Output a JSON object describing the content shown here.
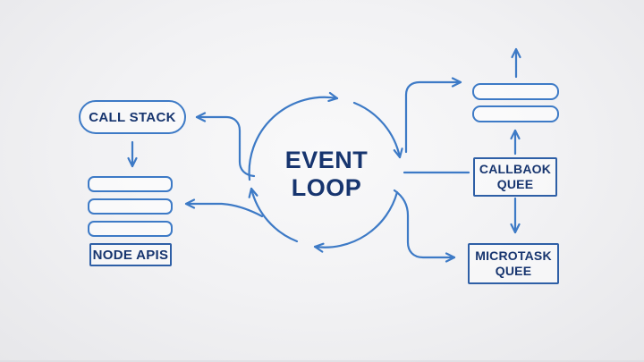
{
  "colors": {
    "accent_stroke": "#3d7ac6",
    "box_border": "#2e5fa6",
    "text_navy": "#17356f",
    "background": "#f0f0f2"
  },
  "diagram": {
    "center_title_line1": "EVENT",
    "center_title_line2": "LOOP",
    "call_stack_label": "CALL STACK",
    "node_apis_label": "NODE APIS",
    "callback_queue_line1": "CALLBAOK",
    "callback_queue_line2": "QUEE",
    "microtask_queue_line1": "MICROTASK",
    "microtask_queue_line2": "QUEE"
  }
}
